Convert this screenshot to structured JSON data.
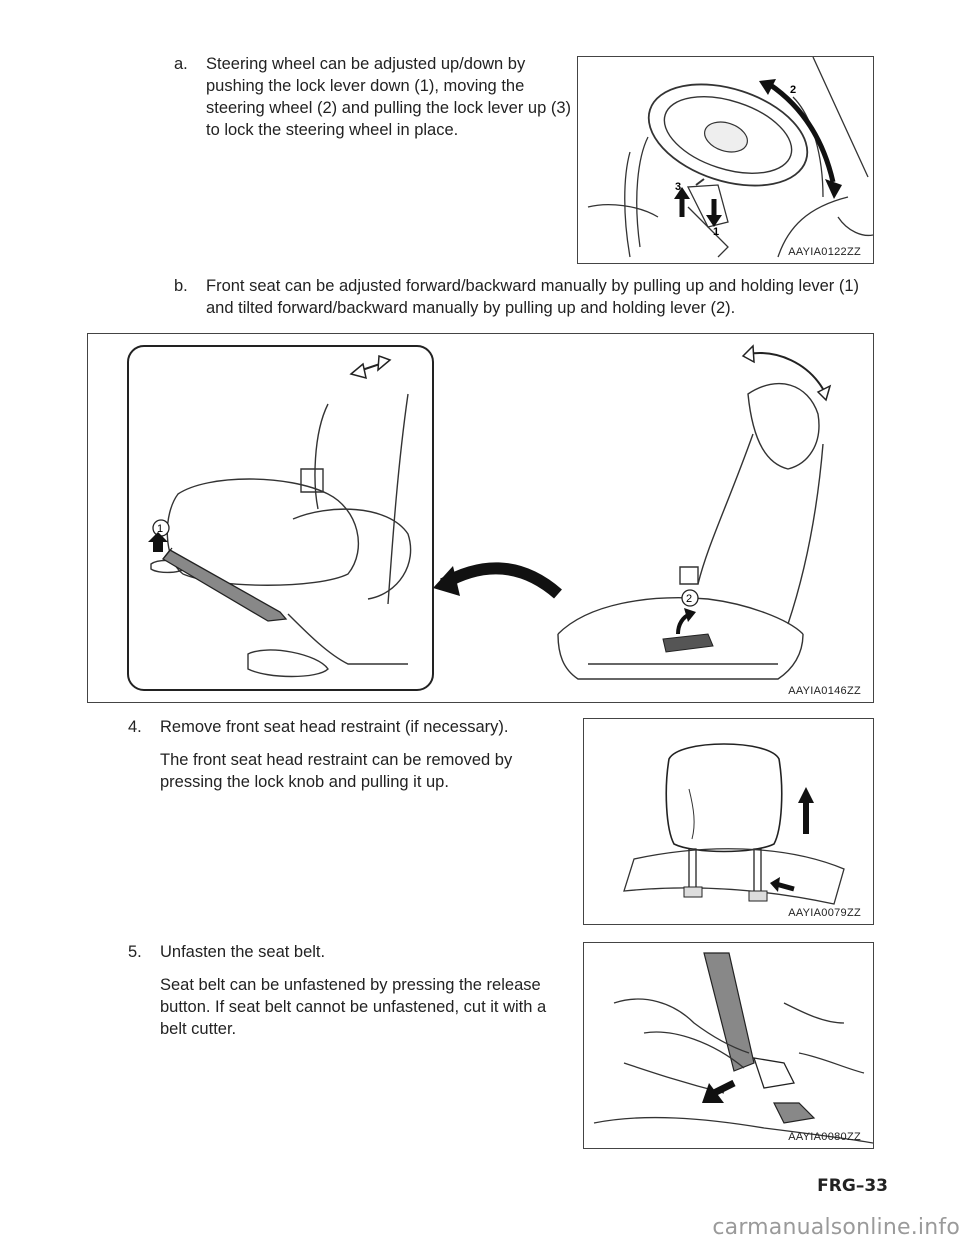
{
  "step_a": {
    "label": "a.",
    "text": "Steering wheel can be adjusted up/down by pushing the lock lever down (1), moving the steering wheel (2) and pulling the lock lever up (3) to lock the steering wheel in place."
  },
  "figure_1": {
    "code": "AAYIA0122ZZ",
    "callouts": [
      "2",
      "3",
      "1"
    ]
  },
  "step_b": {
    "label": "b.",
    "text": "Front seat can be adjusted forward/backward manually by pulling up and holding lever (1) and tilted forward/backward manually by pulling up and holding lever (2)."
  },
  "figure_2": {
    "code": "AAYIA0146ZZ",
    "callouts": [
      "1",
      "2"
    ]
  },
  "step_4": {
    "label": "4.",
    "title": "Remove front seat head restraint (if necessary).",
    "text": "The front seat head restraint can be removed by pressing the lock knob and pulling it up."
  },
  "figure_3": {
    "code": "AAYIA0079ZZ"
  },
  "step_5": {
    "label": "5.",
    "title": "Unfasten the seat belt.",
    "text": "Seat belt can be unfastened by pressing the release button. If seat belt cannot be unfastened, cut it with a belt cutter."
  },
  "figure_4": {
    "code": "AAYIA0080ZZ"
  },
  "page_number": "FRG–33",
  "watermark": "carmanualsonline.info"
}
